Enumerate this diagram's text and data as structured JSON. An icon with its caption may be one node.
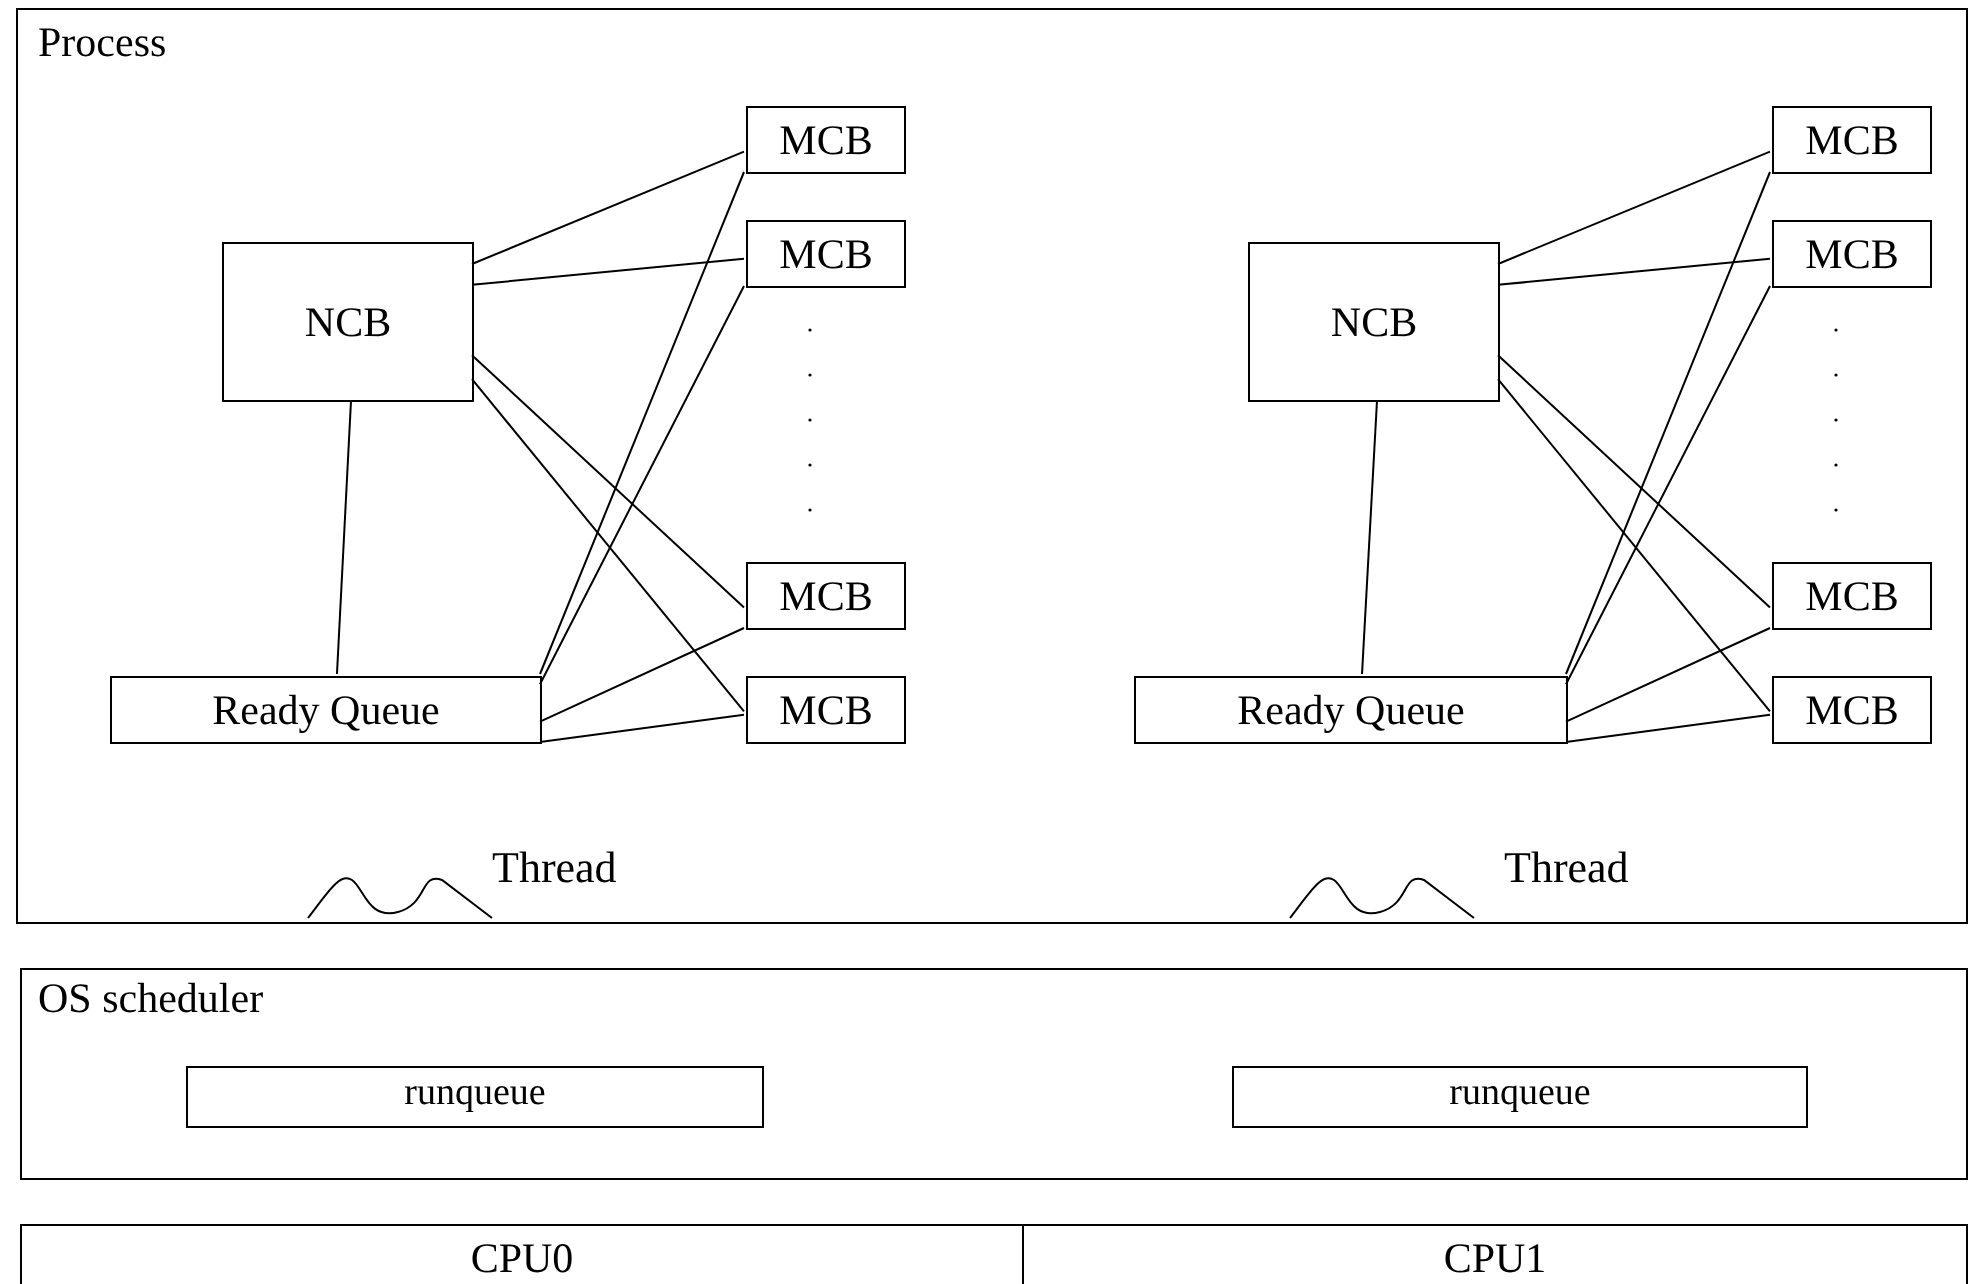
{
  "diagram": {
    "nodes": [
      {
        "text": [
          "Process"
        ]
      },
      {
        "text": [
          "NCB"
        ],
        "in": 0
      },
      {
        "text": [
          "MCB"
        ],
        "in": 0
      },
      {
        "text": [
          "MCB"
        ],
        "in": 0
      },
      {
        "text": [
          "MCB"
        ],
        "in": 0
      },
      {
        "text": [
          "MCB"
        ],
        "in": 0
      },
      {
        "text": [
          "Ready Queue"
        ],
        "in": 0
      },
      {
        "text": [
          "NCB"
        ],
        "in": 0
      },
      {
        "text": [
          "MCB"
        ],
        "in": 0
      },
      {
        "text": [
          "MCB"
        ],
        "in": 0
      },
      {
        "text": [
          "MCB"
        ],
        "in": 0
      },
      {
        "text": [
          "MCB"
        ],
        "in": 0
      },
      {
        "text": [
          "Ready Queue"
        ],
        "in": 0
      },
      {
        "text": [
          "OS scheduler"
        ]
      },
      {
        "text": [
          "runqueue"
        ],
        "in": 13
      },
      {
        "text": [
          "runqueue"
        ],
        "in": 13
      },
      {
        "text": [
          "CPU0"
        ]
      },
      {
        "text": [
          "CPU1"
        ]
      }
    ],
    "edges": [
      {
        "from": 1,
        "to": 2,
        "arrow": "none"
      },
      {
        "from": 1,
        "to": 3,
        "arrow": "none"
      },
      {
        "from": 1,
        "to": 4,
        "arrow": "none"
      },
      {
        "from": 1,
        "to": 5,
        "arrow": "none"
      },
      {
        "from": 1,
        "to": 6,
        "arrow": "none"
      },
      {
        "from": 6,
        "to": 2,
        "arrow": "none"
      },
      {
        "from": 6,
        "to": 3,
        "arrow": "none"
      },
      {
        "from": 6,
        "to": 4,
        "arrow": "none"
      },
      {
        "from": 6,
        "to": 5,
        "arrow": "none"
      },
      {
        "from": 7,
        "to": 8,
        "arrow": "none"
      },
      {
        "from": 7,
        "to": 9,
        "arrow": "none"
      },
      {
        "from": 7,
        "to": 10,
        "arrow": "none"
      },
      {
        "from": 7,
        "to": 11,
        "arrow": "none"
      },
      {
        "from": 7,
        "to": 12,
        "arrow": "none"
      },
      {
        "from": 12,
        "to": 8,
        "arrow": "none"
      },
      {
        "from": 12,
        "to": 9,
        "arrow": "none"
      },
      {
        "from": 12,
        "to": 10,
        "arrow": "none"
      },
      {
        "from": 12,
        "to": 11,
        "arrow": "none"
      }
    ],
    "labels": [
      "Thread",
      "Thread"
    ]
  }
}
